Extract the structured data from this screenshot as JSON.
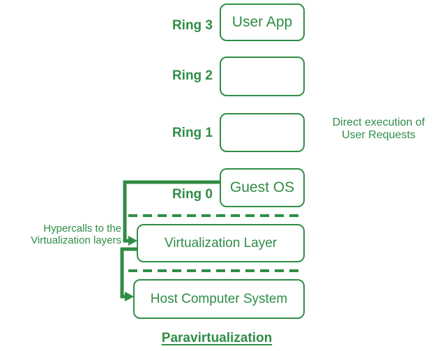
{
  "colors": {
    "green": "#2F8D46",
    "background": "#FFFFFF"
  },
  "diagram": {
    "title": "Paravirtualization",
    "rings": [
      {
        "label": "Ring 3",
        "box_text": "User App"
      },
      {
        "label": "Ring 2",
        "box_text": ""
      },
      {
        "label": "Ring 1",
        "box_text": ""
      },
      {
        "label": "Ring 0",
        "box_text": "Guest OS"
      }
    ],
    "layers": [
      {
        "box_text": "Virtualization Layer"
      },
      {
        "box_text": "Host Computer System"
      }
    ],
    "annotations": {
      "direct_execution": "Direct execution of\nUser Requests",
      "hypercalls": "Hypercalls to the\nVirtualization layers"
    }
  }
}
